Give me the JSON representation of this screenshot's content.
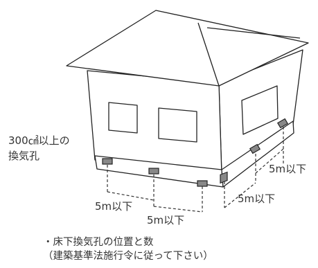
{
  "labels": {
    "vent_size_line1": "300㎠以上の",
    "vent_size_line2": "換気孔",
    "spacing_front_left": "5m以下",
    "spacing_front_right": "5m以下",
    "spacing_side_upper": "5m以下",
    "spacing_side_lower": "5m以下"
  },
  "note": {
    "line1": "・床下換気孔の位置と数",
    "line2": "（建築基準法施行令に従って下さい）"
  }
}
